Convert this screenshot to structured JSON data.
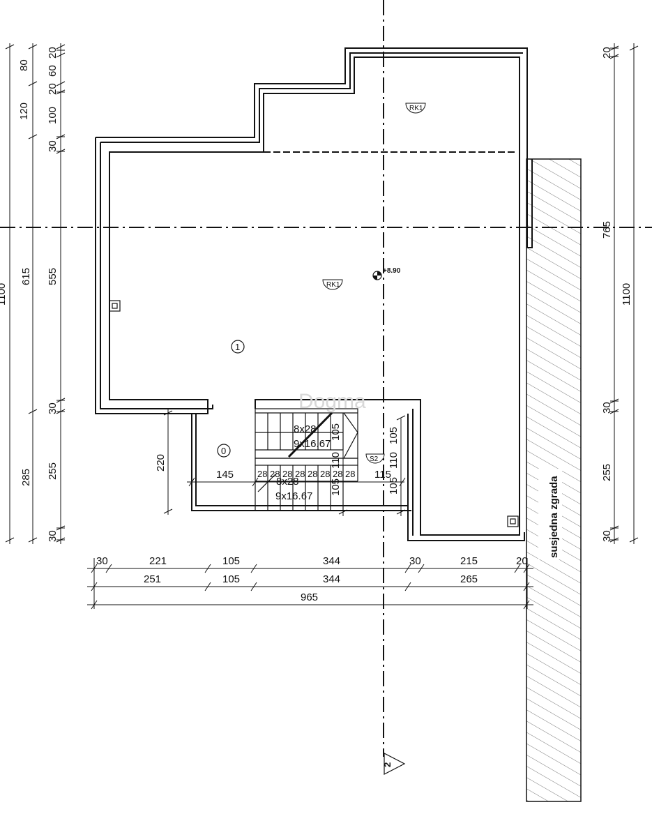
{
  "plan": {
    "room_1": "1",
    "room_0": "0",
    "rk1_top": "RK1",
    "rk1_mid": "RK1",
    "s2": "S2",
    "level": "+8.90",
    "section_marker": "2",
    "neighbor_label": "susjedna zgrada",
    "watermark": "Dogma",
    "stair_upper_line1": "8x28",
    "stair_upper_line2": "9x16.67",
    "stair_lower_line1": "8x28",
    "stair_lower_line2": "9x16.67"
  },
  "dims_left_outer": {
    "top": "80",
    "mid": "120",
    "total_partial": "1100"
  },
  "dims_left_col2": {
    "a": "615",
    "b": "285"
  },
  "dims_left_col3": [
    "20",
    "60",
    "20",
    "100",
    "30",
    "555",
    "30",
    "255",
    "30"
  ],
  "dims_right": [
    "20",
    "765",
    "1100",
    "30",
    "255",
    "30"
  ],
  "dims_bottom_row1": [
    "30",
    "221",
    "105",
    "344",
    "30",
    "215",
    "20"
  ],
  "dims_bottom_row2": [
    "251",
    "105",
    "344",
    "265"
  ],
  "dims_bottom_row3": [
    "965"
  ],
  "dims_inner": {
    "d220": "220",
    "d145": "145",
    "d105a": "105",
    "d105b": "105",
    "d105c": "105",
    "d115": "115",
    "d110a": "110",
    "d110b": "110",
    "d105d": "105",
    "tread_labels": [
      "28",
      "28",
      "28",
      "28",
      "28",
      "28",
      "28",
      "28"
    ]
  }
}
